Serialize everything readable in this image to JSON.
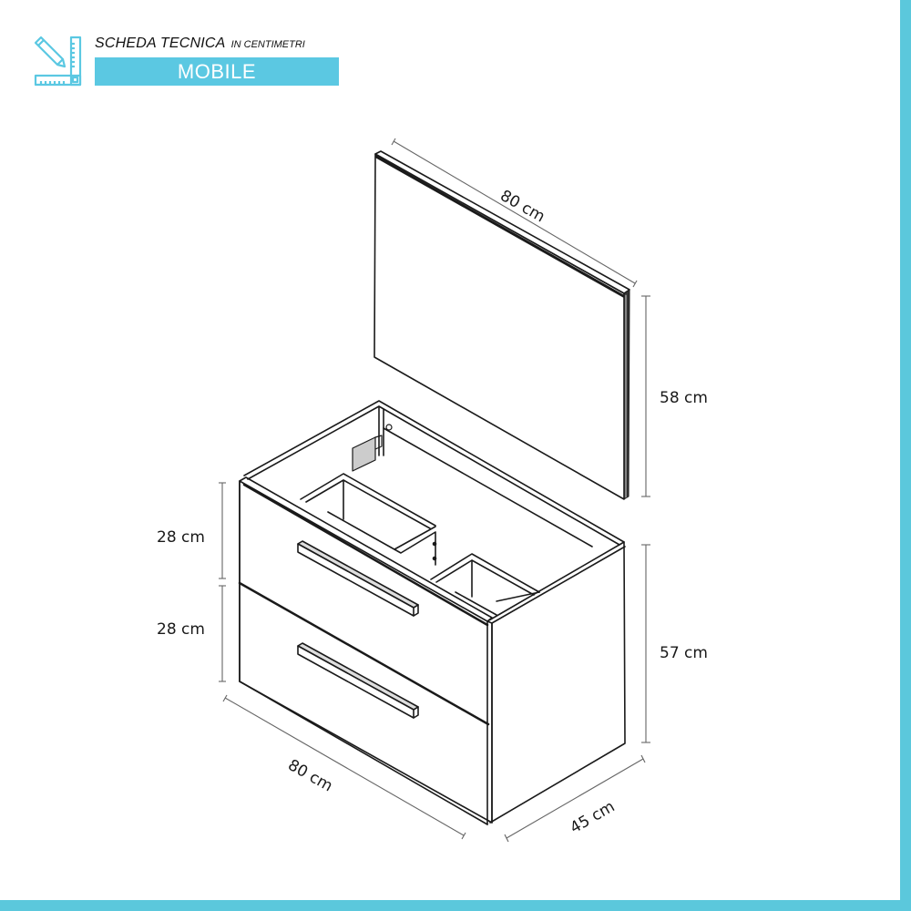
{
  "header": {
    "icon": "ruler-pencil-icon",
    "title": "SCHEDA TECNICA",
    "subtitle": "IN CENTIMETRI",
    "banner": "MOBILE"
  },
  "colors": {
    "accent": "#5bc8e2",
    "line": "#1a1a1a",
    "dimension_line": "#555555"
  },
  "dimensions": {
    "mirror_width": "80 cm",
    "mirror_height": "58 cm",
    "drawer_top_height": "28 cm",
    "drawer_bottom_height": "28 cm",
    "cabinet_height": "57 cm",
    "cabinet_width": "80 cm",
    "cabinet_depth": "45 cm"
  }
}
